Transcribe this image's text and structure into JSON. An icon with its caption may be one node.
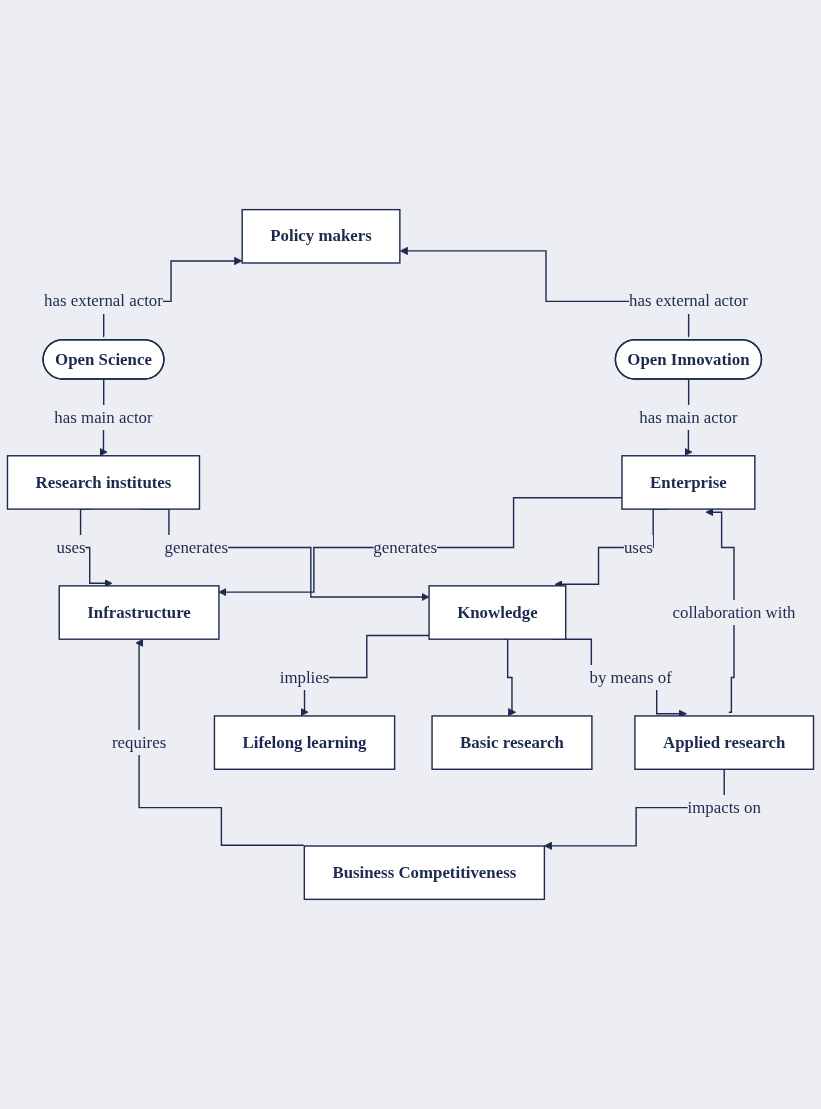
{
  "diagram": {
    "nodes": [
      {
        "text": [
          "Policy makers"
        ]
      },
      {
        "text": [
          "Open Science"
        ]
      },
      {
        "text": [
          "Open Innovation"
        ]
      },
      {
        "text": [
          "Research institutes"
        ]
      },
      {
        "text": [
          "Enterprise"
        ]
      },
      {
        "text": [
          "Infrastructure"
        ]
      },
      {
        "text": [
          "Knowledge"
        ]
      },
      {
        "text": [
          "Basic research"
        ]
      },
      {
        "text": [
          "Lifelong learning"
        ]
      },
      {
        "text": [
          "Applied research"
        ]
      },
      {
        "text": [
          "Business Competitiveness"
        ]
      }
    ],
    "edges": [
      {
        "from": 1,
        "to": 0,
        "arrow": "to",
        "label": "has external actor"
      },
      {
        "from": 2,
        "to": 0,
        "arrow": "to",
        "label": "has external actor"
      },
      {
        "from": 1,
        "to": 3,
        "arrow": "to",
        "label": "has main actor"
      },
      {
        "from": 2,
        "to": 4,
        "arrow": "to",
        "label": "has main actor"
      },
      {
        "from": 3,
        "to": 5,
        "arrow": "to",
        "label": "uses"
      },
      {
        "from": 4,
        "to": 5,
        "arrow": "to",
        "label": "generates"
      },
      {
        "from": 3,
        "to": 6,
        "arrow": "to",
        "label": "generates"
      },
      {
        "from": 4,
        "to": 6,
        "arrow": "to",
        "label": "uses"
      },
      {
        "from": 6,
        "to": 8,
        "arrow": "to",
        "label": "implies"
      },
      {
        "from": 6,
        "to": 7,
        "arrow": "to"
      },
      {
        "from": 6,
        "to": 9,
        "arrow": "to",
        "label": "by means of"
      },
      {
        "from": 9,
        "to": 4,
        "arrow": "to",
        "label": "collaboration with"
      },
      {
        "from": 9,
        "to": 10,
        "arrow": "to",
        "label": "impacts on"
      },
      {
        "from": 10,
        "to": 5,
        "arrow": "to",
        "label": "requires"
      }
    ]
  }
}
